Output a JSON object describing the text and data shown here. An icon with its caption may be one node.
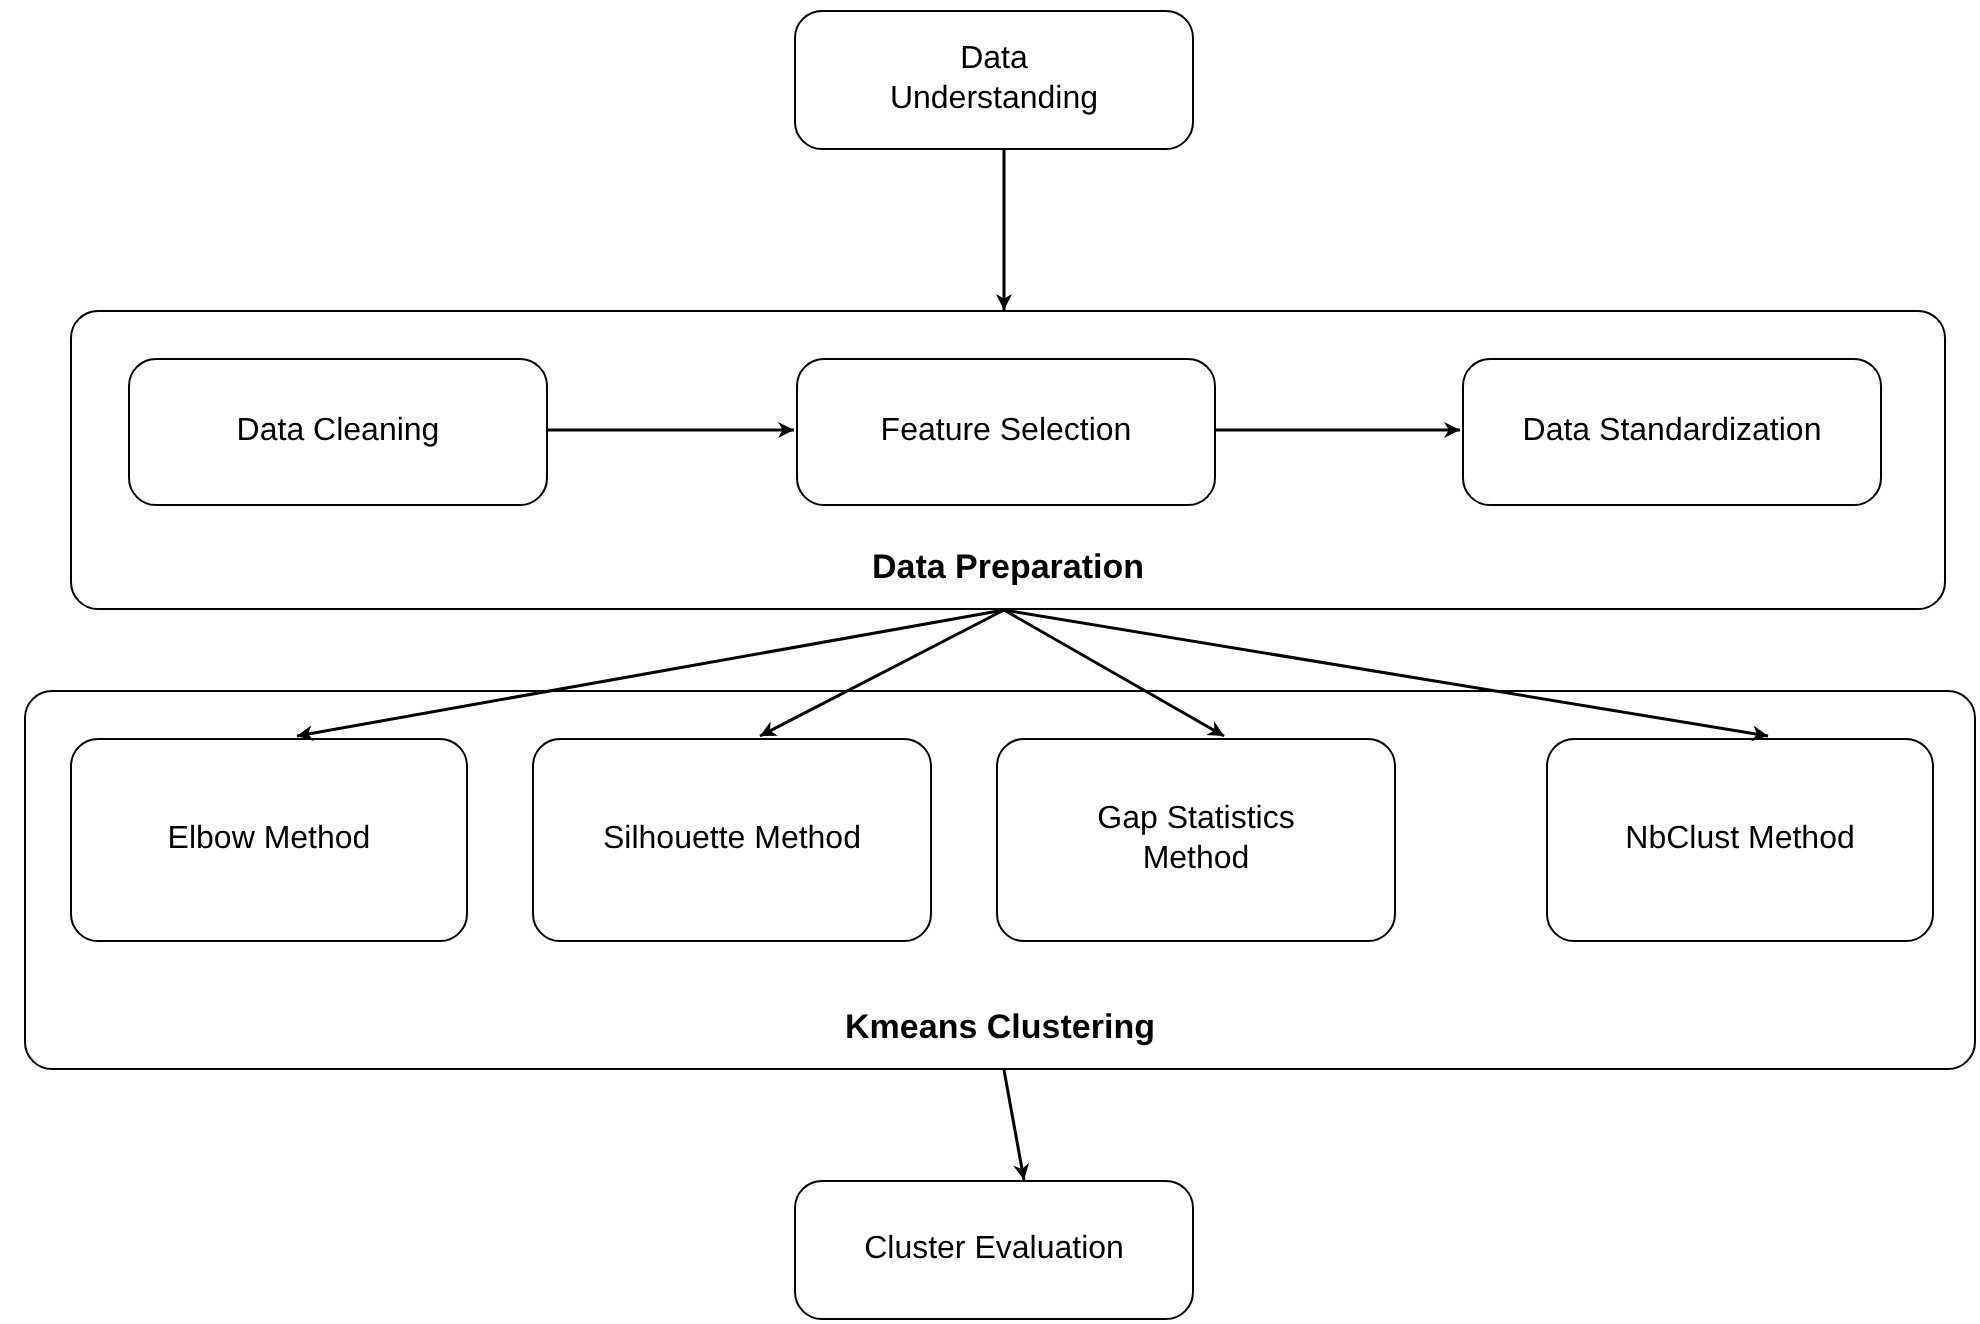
{
  "diagram": {
    "nodes": [
      {
        "text": [
          "Data Understanding"
        ]
      },
      {
        "text": [
          "Data Preparation"
        ]
      },
      {
        "text": [
          "Data Cleaning"
        ],
        "in": 1
      },
      {
        "text": [
          "Feature Selection"
        ],
        "in": 1
      },
      {
        "text": [
          "Data Standardization"
        ],
        "in": 1
      },
      {
        "text": [
          "Kmeans Clustering"
        ]
      },
      {
        "text": [
          "Elbow Method"
        ],
        "in": 5
      },
      {
        "text": [
          "Silhouette Method"
        ],
        "in": 5
      },
      {
        "text": [
          "Gap Statistics Method"
        ],
        "in": 5
      },
      {
        "text": [
          "NbClust Method"
        ],
        "in": 5
      },
      {
        "text": [
          "Cluster Evaluation"
        ]
      }
    ],
    "edges": [
      {
        "from": 0,
        "to": 1,
        "arrow": "to"
      },
      {
        "from": 2,
        "to": 3,
        "arrow": "to"
      },
      {
        "from": 3,
        "to": 4,
        "arrow": "to"
      },
      {
        "from": 1,
        "to": 6,
        "arrow": "to"
      },
      {
        "from": 1,
        "to": 7,
        "arrow": "to"
      },
      {
        "from": 1,
        "to": 8,
        "arrow": "to"
      },
      {
        "from": 1,
        "to": 9,
        "arrow": "to"
      },
      {
        "from": 5,
        "to": 10,
        "arrow": "to"
      }
    ]
  }
}
